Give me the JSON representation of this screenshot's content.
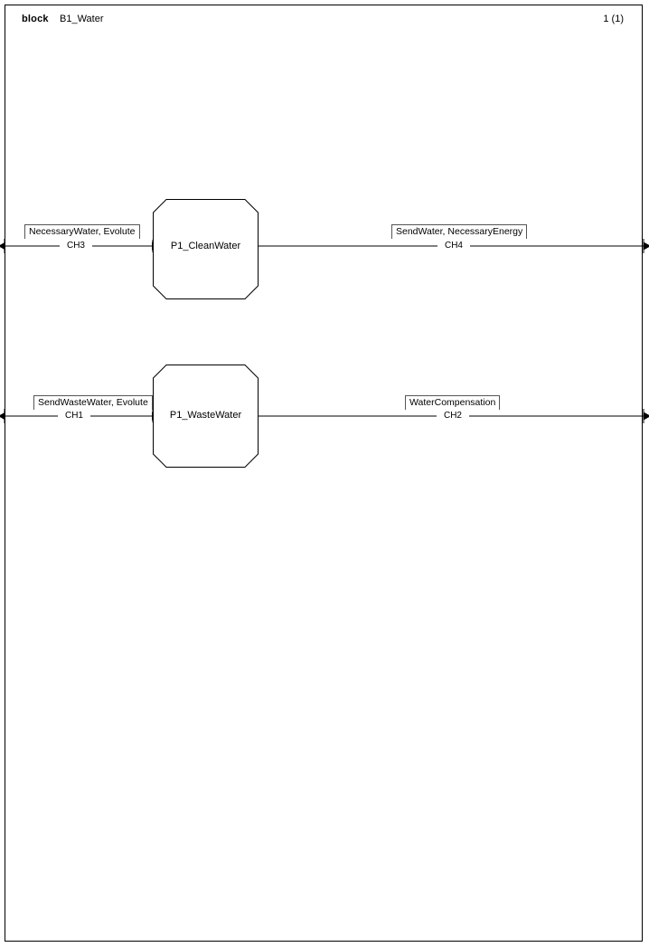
{
  "header": {
    "kind": "block",
    "name": "B1_Water",
    "page_indicator": "1 (1)"
  },
  "diagram": {
    "title": "B1_Water",
    "blocks": [
      {
        "id": "P1_CleanWater",
        "label": "P1_CleanWater"
      },
      {
        "id": "P1_WasteWater",
        "label": "P1_WasteWater"
      }
    ],
    "flows": [
      {
        "channel": "CH3",
        "label": "NecessaryWater, Evolute",
        "side": "left",
        "row": "clean-water",
        "direction": "bidirectional"
      },
      {
        "channel": "CH4",
        "label": "SendWater, NecessaryEnergy",
        "side": "right",
        "row": "clean-water",
        "direction": "bidirectional"
      },
      {
        "channel": "CH1",
        "label": "SendWasteWater, Evolute",
        "side": "left",
        "row": "waste-water",
        "direction": "bidirectional"
      },
      {
        "channel": "CH2",
        "label": "WaterCompensation",
        "side": "right",
        "row": "waste-water",
        "direction": "bidirectional"
      }
    ]
  },
  "colors": {
    "stroke": "#000000",
    "label_border": "#555555",
    "background": "#ffffff"
  }
}
